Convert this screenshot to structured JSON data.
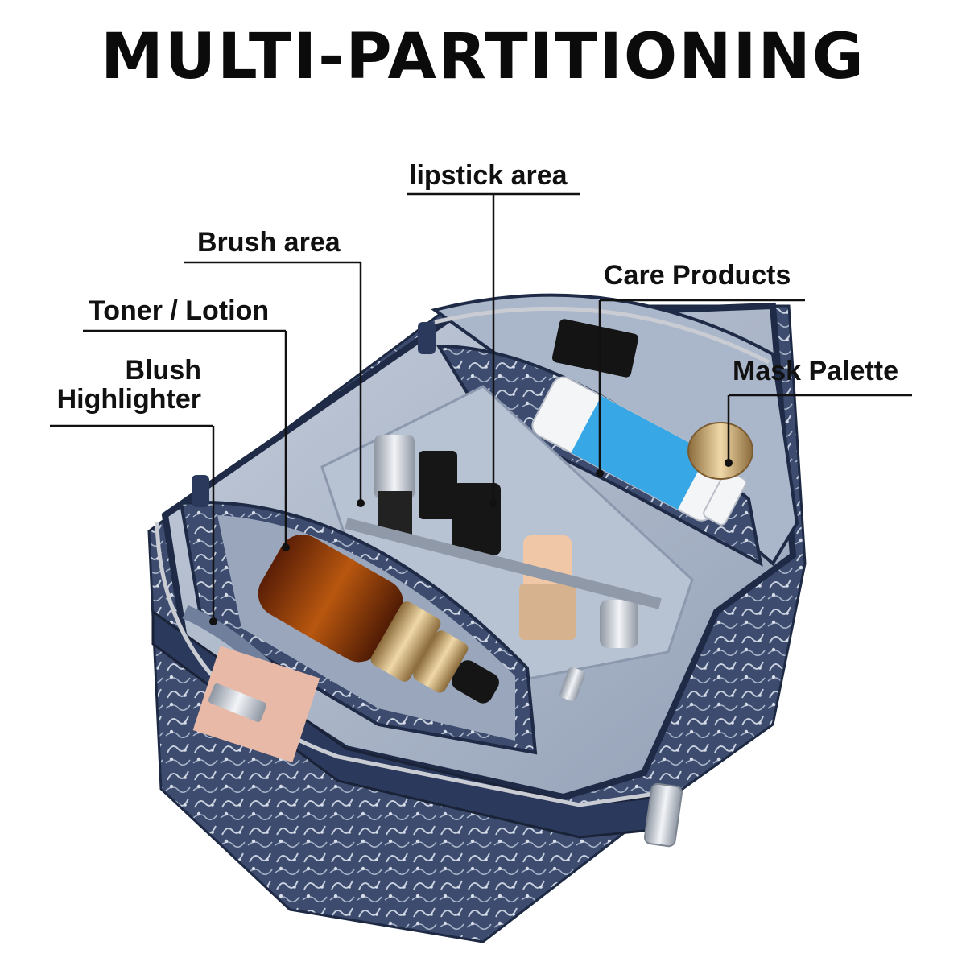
{
  "title": "MULTI-PARTITIONING",
  "labels": {
    "lipstick": "lipstick area",
    "brush": "Brush area",
    "care": "Care Products",
    "toner": "Toner / Lotion",
    "mask": "Mask Palette",
    "blush_line1": "Blush",
    "blush_line2": "Highlighter"
  },
  "colors": {
    "background": "#ffffff",
    "text": "#111111",
    "bag_navy": "#2b3a5c",
    "lining": "#b3bfd0",
    "zipper": "#c9ccd2"
  }
}
